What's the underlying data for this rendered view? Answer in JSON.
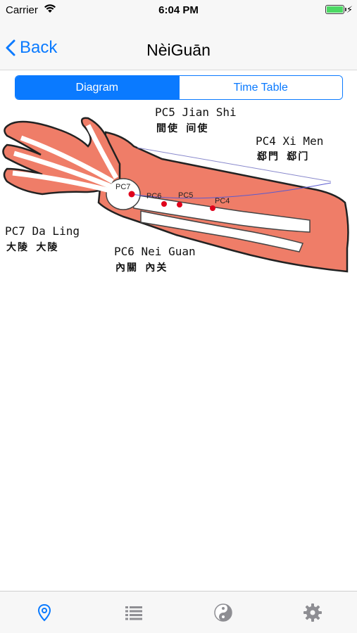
{
  "status": {
    "carrier": "Carrier",
    "time": "6:04 PM"
  },
  "nav": {
    "back_label": "Back",
    "title": "NèiGuān"
  },
  "segment": {
    "tabs": [
      {
        "label": "Diagram",
        "selected": true
      },
      {
        "label": "Time Table",
        "selected": false
      }
    ]
  },
  "diagram": {
    "labels": {
      "pc5": {
        "name": "PC5 Jian Shi",
        "hanzi": "間使 间使"
      },
      "pc4": {
        "name": "PC4 Xi Men",
        "hanzi": "郄門 郄门"
      },
      "pc7": {
        "name": "PC7 Da Ling",
        "hanzi": "大陵 大陵"
      },
      "pc6": {
        "name": "PC6 Nei Guan",
        "hanzi": "內關 內关"
      }
    },
    "points": {
      "pc7": "PC7",
      "pc6": "PC6",
      "pc5": "PC5",
      "pc4": "PC4"
    },
    "colors": {
      "muscle": "#ef7d68",
      "bone": "#ffffff",
      "point": "#e0001b",
      "outline": "#222222"
    }
  },
  "tabbar": {
    "items": [
      {
        "icon": "location-pin-icon",
        "selected": true
      },
      {
        "icon": "list-icon"
      },
      {
        "icon": "yin-yang-icon"
      },
      {
        "icon": "gear-icon"
      }
    ]
  },
  "colors": {
    "accent": "#0a7aff",
    "battery": "#4cd964"
  }
}
